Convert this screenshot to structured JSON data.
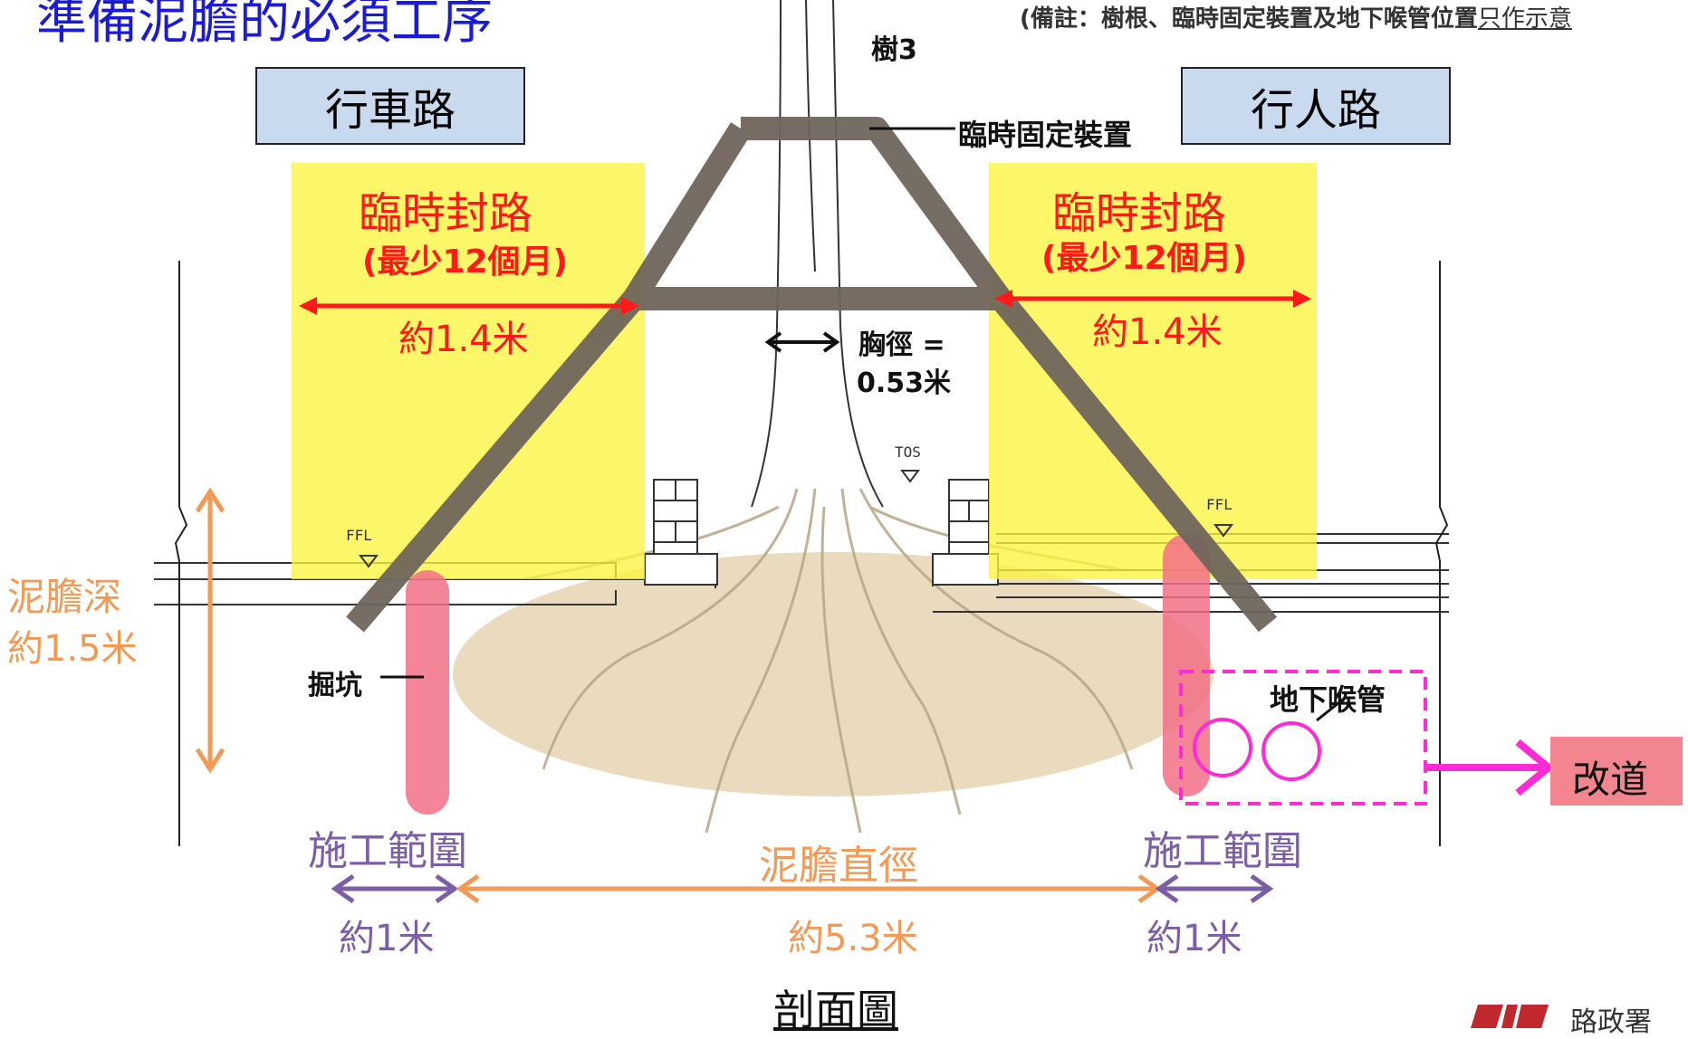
{
  "title": "準備泥膽的必須工序",
  "note": {
    "prefix": "(備註：樹根、臨時固定裝置及地下喉管位置",
    "underlined": "只作示意"
  },
  "tree_label": "樹3",
  "fixture_label": "臨時固定裝置",
  "road_left": "行車路",
  "road_right": "行人路",
  "closure": {
    "title": "臨時封路",
    "duration": "(最少12個月)",
    "width": "約1.4米"
  },
  "dbh": {
    "line1": "胸徑 =",
    "line2": "0.53米"
  },
  "tos": "TOS",
  "ffl": "FFL",
  "depth": {
    "line1": "泥膽深",
    "line2": "約1.5米"
  },
  "pit_label": "掘坑",
  "pipe_label": "地下喉管",
  "diversion": "改道",
  "work_area": {
    "label": "施工範圍",
    "width": "約1米"
  },
  "ball_diameter": {
    "label": "泥膽直徑",
    "width": "約5.3米"
  },
  "section_title": "剖面圖",
  "agency": "路政署",
  "colors": {
    "title_blue": "#1b1bd6",
    "closure_yellow": "#fbf53d",
    "closure_red": "#ff1a1a",
    "fixture_brown": "#6f655c",
    "orange": "#f29a55",
    "purple": "#7b5ea6",
    "magenta": "#ff2bd4",
    "pink": "#f26f86",
    "root_ball": "#e6d2ae",
    "box_blue": "#c9d9ee"
  }
}
